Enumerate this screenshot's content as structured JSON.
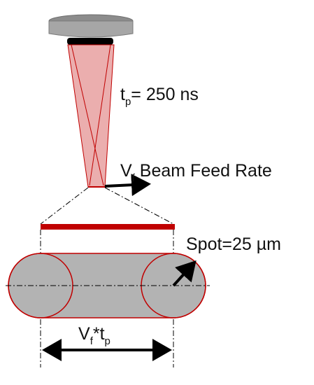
{
  "labels": {
    "pulse": {
      "main": "t",
      "sub": "p",
      "rest": "= 250 ns"
    },
    "feed": {
      "main": "V",
      "sub": "f",
      "rest": " Beam Feed Rate"
    },
    "spot": "Spot=25 µm",
    "product": {
      "v": "V",
      "v_sub": "f",
      "times": "*t",
      "t_sub": "p"
    }
  },
  "colors": {
    "beam_fill": "#e8a0a0",
    "beam_stroke": "#c00000",
    "spot_fill": "#b3b3b3",
    "spot_stroke": "#c00000",
    "lens_body": "#a6a6a6",
    "lens_mount": "#000000",
    "arrow": "#000000"
  }
}
